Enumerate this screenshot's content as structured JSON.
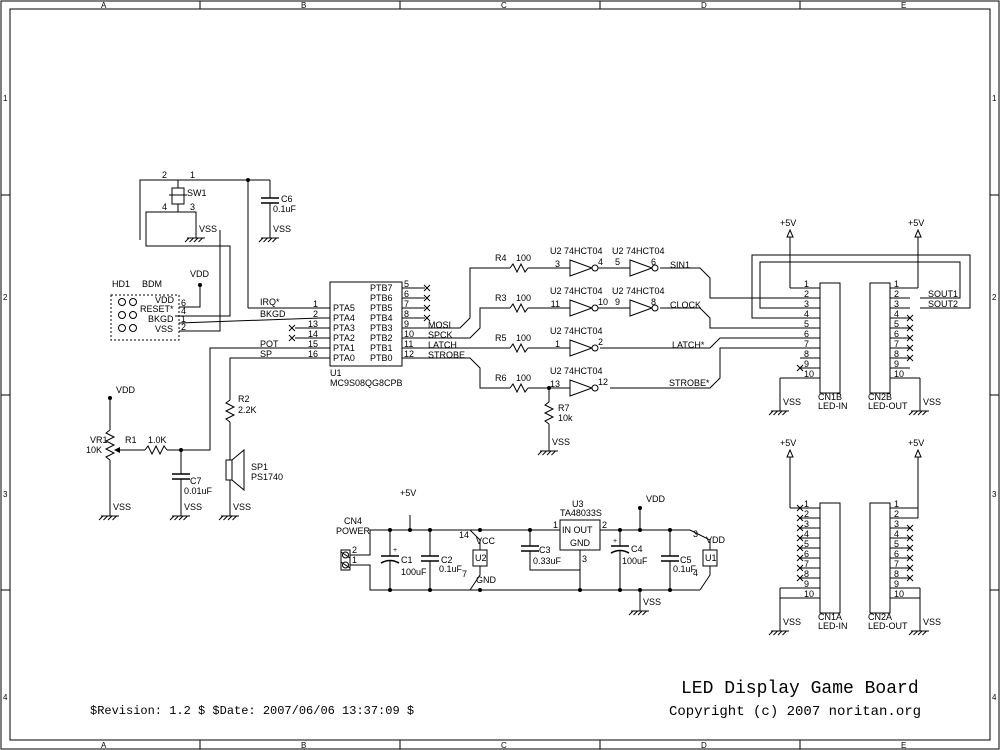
{
  "frame": {
    "cols": [
      "A",
      "B",
      "C",
      "D",
      "E"
    ],
    "rows": [
      "1",
      "2",
      "3",
      "4"
    ]
  },
  "title_block": {
    "title": "LED Display Game Board",
    "copyright": "Copyright (c) 2007 noritan.org",
    "revision": "$Revision: 1.2 $ $Date: 2007/06/06 13:37:09 $"
  },
  "power_labels": {
    "vdd": "VDD",
    "vss": "VSS",
    "p5v": "+5V",
    "vcc": "VCC",
    "gnd": "GND"
  },
  "components": {
    "sw1": "SW1",
    "sw1_pins": [
      "2",
      "1",
      "4",
      "3"
    ],
    "c6": {
      "ref": "C6",
      "value": "0.1uF"
    },
    "hd1": {
      "ref": "HD1",
      "name": "BDM",
      "pins": [
        "VDD",
        "RESET*",
        "BKGD",
        "VSS"
      ],
      "pin_numbers": [
        "6",
        "4",
        "1",
        "2"
      ]
    },
    "u1": {
      "ref": "U1",
      "part": "MC9S08QG8CPB",
      "left_pins": [
        "PTA5",
        "PTA4",
        "PTA3",
        "PTA2",
        "PTA1",
        "PTA0"
      ],
      "left_numbers": [
        "1",
        "2",
        "13",
        "14",
        "15",
        "16"
      ],
      "right_pins": [
        "PTB7",
        "PTB6",
        "PTB5",
        "PTB4",
        "PTB3",
        "PTB2",
        "PTB1",
        "PTB0"
      ],
      "right_numbers": [
        "5",
        "6",
        "7",
        "8",
        "9",
        "10",
        "11",
        "12"
      ]
    },
    "nets": {
      "irq": "IRQ*",
      "bkgd": "BKGD",
      "pot": "POT",
      "sp": "SP",
      "mosi": "MOSI",
      "spck": "SPCK",
      "latch": "LATCH",
      "strobe": "STROBE",
      "sin1": "SIN1",
      "clock": "CLOCK",
      "latch_out": "LATCH*",
      "strobe_out": "STROBE*",
      "sout1": "SOUT1",
      "sout2": "SOUT2"
    },
    "resistors": [
      {
        "ref": "R4",
        "value": "100"
      },
      {
        "ref": "R3",
        "value": "100"
      },
      {
        "ref": "R5",
        "value": "100"
      },
      {
        "ref": "R6",
        "value": "100"
      }
    ],
    "r7": {
      "ref": "R7",
      "value": "10k"
    },
    "gate": "U2 74HCT04",
    "gate_pins": {
      "row1": [
        "3",
        "4",
        "5",
        "6"
      ],
      "row2": [
        "11",
        "10",
        "9",
        "8"
      ],
      "row3": [
        "1",
        "2"
      ],
      "row4": [
        "13",
        "12"
      ]
    },
    "vr1": {
      "ref": "VR1",
      "value": "10K"
    },
    "r1": {
      "ref": "R1",
      "value": "1.0K"
    },
    "c7": {
      "ref": "C7",
      "value": "0.01uF"
    },
    "r2": {
      "ref": "R2",
      "value": "2.2K"
    },
    "sp1": {
      "ref": "SP1",
      "part": "PS1740"
    },
    "cn4": {
      "ref": "CN4",
      "name": "POWER",
      "pins": [
        "2",
        "1"
      ]
    },
    "c1": {
      "ref": "C1",
      "value": "100uF"
    },
    "c2": {
      "ref": "C2",
      "value": "0.1uF"
    },
    "u2box": "U2",
    "u2pins": [
      "14",
      "7"
    ],
    "c3": {
      "ref": "C3",
      "value": "0.33uF"
    },
    "u3": {
      "ref": "U3",
      "part": "TA48033S",
      "label_io": "IN OUT",
      "label_gnd": "GND",
      "pins": [
        "1",
        "2",
        "3"
      ]
    },
    "c4": {
      "ref": "C4",
      "value": "100uF"
    },
    "c5": {
      "ref": "C5",
      "value": "0.1uF"
    },
    "u1box": "U1",
    "u1pins": [
      "3",
      "4"
    ],
    "cn1b": {
      "ref": "CN1B",
      "name": "LED-IN"
    },
    "cn2b": {
      "ref": "CN2B",
      "name": "LED-OUT"
    },
    "cn1a": {
      "ref": "CN1A",
      "name": "LED-IN"
    },
    "cn2a": {
      "ref": "CN2A",
      "name": "LED-OUT"
    },
    "conn_pins": [
      "1",
      "2",
      "3",
      "4",
      "5",
      "6",
      "7",
      "8",
      "9",
      "10"
    ]
  }
}
